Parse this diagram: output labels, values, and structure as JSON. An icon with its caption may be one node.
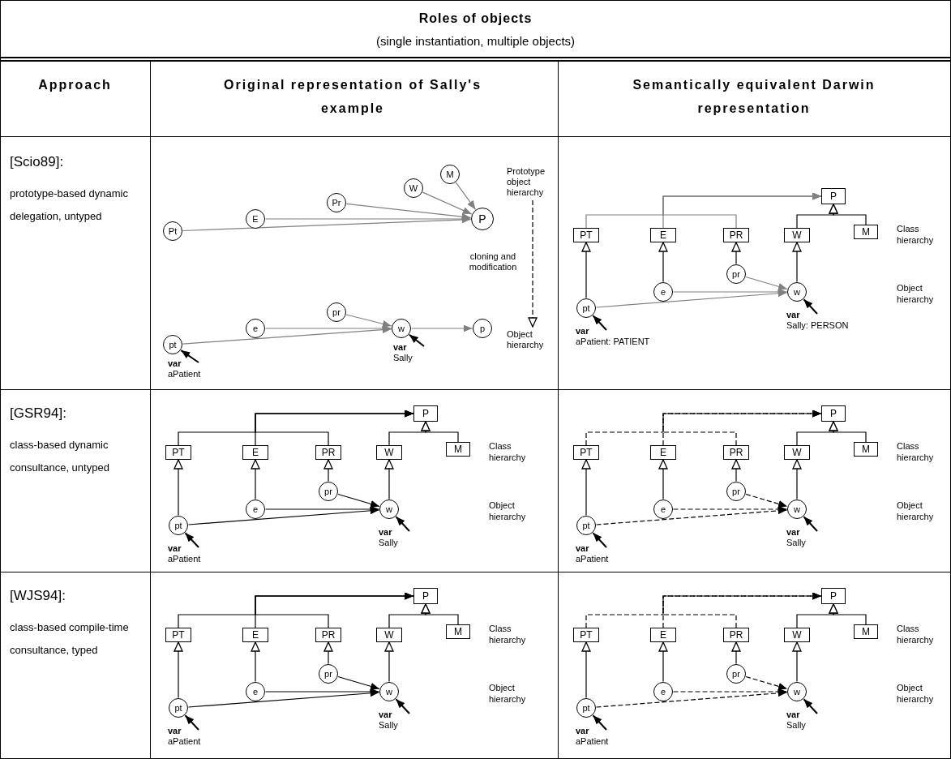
{
  "diagram": {
    "title": "Roles of objects",
    "nodes": [
      {
        "text": [
          "M"
        ]
      },
      {
        "text": [
          "W"
        ]
      },
      {
        "text": [
          "Pr"
        ]
      },
      {
        "text": [
          "E"
        ]
      },
      {
        "text": [
          "Pt"
        ]
      },
      {
        "text": [
          "P"
        ]
      },
      {
        "text": [
          "Prototype object hierarchy"
        ]
      },
      {
        "text": [
          "pr"
        ]
      },
      {
        "text": [
          "e"
        ]
      },
      {
        "text": [
          "pt"
        ]
      },
      {
        "text": [
          "w"
        ]
      },
      {
        "text": [
          "p"
        ]
      },
      {
        "text": [
          "Object hierarchy"
        ]
      },
      {
        "text": [
          "var",
          "aPatient"
        ]
      },
      {
        "text": [
          "var",
          "Sally"
        ]
      },
      {
        "text": [
          "P"
        ]
      },
      {
        "text": [
          "PT"
        ]
      },
      {
        "text": [
          "E"
        ]
      },
      {
        "text": [
          "PR"
        ]
      },
      {
        "text": [
          "W"
        ]
      },
      {
        "text": [
          "M"
        ]
      },
      {
        "text": [
          "pr"
        ]
      },
      {
        "text": [
          "e"
        ]
      },
      {
        "text": [
          "pt"
        ]
      },
      {
        "text": [
          "w"
        ]
      },
      {
        "text": [
          "var",
          "aPatient: PATIENT"
        ]
      },
      {
        "text": [
          "var",
          "Sally: PERSON"
        ]
      },
      {
        "text": [
          "P"
        ]
      },
      {
        "text": [
          "PT"
        ]
      },
      {
        "text": [
          "E"
        ]
      },
      {
        "text": [
          "PR"
        ]
      },
      {
        "text": [
          "W"
        ]
      },
      {
        "text": [
          "M"
        ]
      },
      {
        "text": [
          "pr"
        ]
      },
      {
        "text": [
          "e"
        ]
      },
      {
        "text": [
          "pt"
        ]
      },
      {
        "text": [
          "w"
        ]
      },
      {
        "text": [
          "var",
          "aPatient"
        ]
      },
      {
        "text": [
          "var",
          "Sally"
        ]
      },
      {
        "text": [
          "P"
        ]
      },
      {
        "text": [
          "PT"
        ]
      },
      {
        "text": [
          "E"
        ]
      },
      {
        "text": [
          "PR"
        ]
      },
      {
        "text": [
          "W"
        ]
      },
      {
        "text": [
          "M"
        ]
      },
      {
        "text": [
          "pr"
        ]
      },
      {
        "text": [
          "e"
        ]
      },
      {
        "text": [
          "pt"
        ]
      },
      {
        "text": [
          "w"
        ]
      },
      {
        "text": [
          "var",
          "aPatient"
        ]
      },
      {
        "text": [
          "var",
          "Sally"
        ]
      },
      {
        "text": [
          "P"
        ]
      },
      {
        "text": [
          "PT"
        ]
      },
      {
        "text": [
          "E"
        ]
      },
      {
        "text": [
          "PR"
        ]
      },
      {
        "text": [
          "W"
        ]
      },
      {
        "text": [
          "M"
        ]
      },
      {
        "text": [
          "pr"
        ]
      },
      {
        "text": [
          "e"
        ]
      },
      {
        "text": [
          "pt"
        ]
      },
      {
        "text": [
          "w"
        ]
      },
      {
        "text": [
          "var",
          "aPatient"
        ]
      },
      {
        "text": [
          "var",
          "Sally"
        ]
      },
      {
        "text": [
          "P"
        ]
      },
      {
        "text": [
          "PT"
        ]
      },
      {
        "text": [
          "E"
        ]
      },
      {
        "text": [
          "PR"
        ]
      },
      {
        "text": [
          "W"
        ]
      },
      {
        "text": [
          "M"
        ]
      },
      {
        "text": [
          "pr"
        ]
      },
      {
        "text": [
          "e"
        ]
      },
      {
        "text": [
          "pt"
        ]
      },
      {
        "text": [
          "w"
        ]
      },
      {
        "text": [
          "var",
          "aPatient"
        ]
      },
      {
        "text": [
          "var",
          "Sally"
        ]
      }
    ],
    "edges": [
      {
        "from": 0,
        "to": 5,
        "arrow": "to",
        "color": "#808080"
      },
      {
        "from": 1,
        "to": 5,
        "arrow": "to",
        "color": "#808080"
      },
      {
        "from": 2,
        "to": 5,
        "arrow": "to",
        "color": "#808080"
      },
      {
        "from": 3,
        "to": 5,
        "arrow": "to",
        "color": "#808080"
      },
      {
        "from": 4,
        "to": 5,
        "arrow": "to",
        "color": "#808080"
      },
      {
        "from": 7,
        "to": 10,
        "arrow": "to",
        "color": "#808080"
      },
      {
        "from": 8,
        "to": 10,
        "arrow": "to",
        "color": "#808080"
      },
      {
        "from": 9,
        "to": 10,
        "arrow": "to",
        "color": "#808080"
      },
      {
        "from": 10,
        "to": 11,
        "arrow": "to",
        "color": "#808080"
      },
      {
        "from": 6,
        "to": 12,
        "arrow": "to",
        "style": "dashed",
        "label": "cloning and modification"
      },
      {
        "from": 13,
        "to": 9,
        "arrow": "to"
      },
      {
        "from": 14,
        "to": 10,
        "arrow": "to"
      },
      {
        "from": 16,
        "to": 15,
        "arrow": "to",
        "color": "#808080"
      },
      {
        "from": 17,
        "to": 15,
        "arrow": "to",
        "color": "#808080"
      },
      {
        "from": 18,
        "to": 15,
        "arrow": "to",
        "color": "#808080"
      },
      {
        "from": 19,
        "to": 15,
        "arrow": "to"
      },
      {
        "from": 20,
        "to": 15,
        "arrow": "to"
      },
      {
        "from": 23,
        "to": 16,
        "arrow": "to"
      },
      {
        "from": 22,
        "to": 17,
        "arrow": "to"
      },
      {
        "from": 21,
        "to": 18,
        "arrow": "to"
      },
      {
        "from": 24,
        "to": 19,
        "arrow": "to"
      },
      {
        "from": 21,
        "to": 24,
        "arrow": "to",
        "color": "#808080"
      },
      {
        "from": 22,
        "to": 24,
        "arrow": "to",
        "color": "#808080"
      },
      {
        "from": 23,
        "to": 24,
        "arrow": "to",
        "color": "#808080"
      },
      {
        "from": 25,
        "to": 23,
        "arrow": "to"
      },
      {
        "from": 26,
        "to": 24,
        "arrow": "to"
      },
      {
        "from": 28,
        "to": 27,
        "arrow": "to"
      },
      {
        "from": 29,
        "to": 27,
        "arrow": "to"
      },
      {
        "from": 30,
        "to": 27,
        "arrow": "to"
      },
      {
        "from": 31,
        "to": 27,
        "arrow": "to"
      },
      {
        "from": 32,
        "to": 27,
        "arrow": "to"
      },
      {
        "from": 35,
        "to": 28,
        "arrow": "to"
      },
      {
        "from": 34,
        "to": 29,
        "arrow": "to"
      },
      {
        "from": 33,
        "to": 30,
        "arrow": "to"
      },
      {
        "from": 36,
        "to": 31,
        "arrow": "to"
      },
      {
        "from": 33,
        "to": 36,
        "arrow": "to"
      },
      {
        "from": 34,
        "to": 36,
        "arrow": "to"
      },
      {
        "from": 35,
        "to": 36,
        "arrow": "to"
      },
      {
        "from": 37,
        "to": 35,
        "arrow": "to"
      },
      {
        "from": 38,
        "to": 36,
        "arrow": "to"
      },
      {
        "from": 40,
        "to": 39,
        "arrow": "to",
        "style": "dashed"
      },
      {
        "from": 41,
        "to": 39,
        "arrow": "to",
        "style": "dashed"
      },
      {
        "from": 42,
        "to": 39,
        "arrow": "to",
        "style": "dashed"
      },
      {
        "from": 43,
        "to": 39,
        "arrow": "to"
      },
      {
        "from": 44,
        "to": 39,
        "arrow": "to"
      },
      {
        "from": 47,
        "to": 40,
        "arrow": "to"
      },
      {
        "from": 46,
        "to": 41,
        "arrow": "to"
      },
      {
        "from": 45,
        "to": 42,
        "arrow": "to"
      },
      {
        "from": 48,
        "to": 43,
        "arrow": "to"
      },
      {
        "from": 45,
        "to": 48,
        "arrow": "to",
        "style": "dashed"
      },
      {
        "from": 46,
        "to": 48,
        "arrow": "to",
        "style": "dashed"
      },
      {
        "from": 47,
        "to": 48,
        "arrow": "to",
        "style": "dashed"
      },
      {
        "from": 49,
        "to": 47,
        "arrow": "to"
      },
      {
        "from": 50,
        "to": 48,
        "arrow": "to"
      },
      {
        "from": 52,
        "to": 51,
        "arrow": "to"
      },
      {
        "from": 53,
        "to": 51,
        "arrow": "to"
      },
      {
        "from": 54,
        "to": 51,
        "arrow": "to"
      },
      {
        "from": 55,
        "to": 51,
        "arrow": "to"
      },
      {
        "from": 56,
        "to": 51,
        "arrow": "to"
      },
      {
        "from": 59,
        "to": 52,
        "arrow": "to"
      },
      {
        "from": 58,
        "to": 53,
        "arrow": "to"
      },
      {
        "from": 57,
        "to": 54,
        "arrow": "to"
      },
      {
        "from": 60,
        "to": 55,
        "arrow": "to"
      },
      {
        "from": 57,
        "to": 60,
        "arrow": "to"
      },
      {
        "from": 58,
        "to": 60,
        "arrow": "to"
      },
      {
        "from": 59,
        "to": 60,
        "arrow": "to"
      },
      {
        "from": 61,
        "to": 59,
        "arrow": "to"
      },
      {
        "from": 62,
        "to": 60,
        "arrow": "to"
      },
      {
        "from": 64,
        "to": 63,
        "arrow": "to",
        "style": "dashed"
      },
      {
        "from": 65,
        "to": 63,
        "arrow": "to",
        "style": "dashed"
      },
      {
        "from": 66,
        "to": 63,
        "arrow": "to",
        "style": "dashed"
      },
      {
        "from": 67,
        "to": 63,
        "arrow": "to"
      },
      {
        "from": 68,
        "to": 63,
        "arrow": "to"
      },
      {
        "from": 71,
        "to": 64,
        "arrow": "to"
      },
      {
        "from": 70,
        "to": 65,
        "arrow": "to"
      },
      {
        "from": 69,
        "to": 66,
        "arrow": "to"
      },
      {
        "from": 72,
        "to": 67,
        "arrow": "to"
      },
      {
        "from": 69,
        "to": 72,
        "arrow": "to",
        "style": "dashed"
      },
      {
        "from": 70,
        "to": 72,
        "arrow": "to",
        "style": "dashed"
      },
      {
        "from": 71,
        "to": 72,
        "arrow": "to",
        "style": "dashed"
      },
      {
        "from": 73,
        "to": 71,
        "arrow": "to"
      },
      {
        "from": 74,
        "to": 72,
        "arrow": "to"
      }
    ],
    "labels": [
      "(single instantiation, multiple objects)",
      "Approach",
      "Original representation of Sally's example",
      "Semantically equivalent Darwin representation",
      "[Scio89]:",
      "prototype-based dynamic delegation, untyped",
      "Class hierarchy",
      "Object hierarchy",
      "[GSR94]:",
      "class-based dynamic consultance, untyped",
      "Class hierarchy",
      "Object hierarchy",
      "Class hierarchy",
      "Object hierarchy",
      "[WJS94]:",
      "class-based compile-time consultance, typed",
      "Class hierarchy",
      "Object hierarchy",
      "Class hierarchy",
      "Object hierarchy"
    ]
  }
}
